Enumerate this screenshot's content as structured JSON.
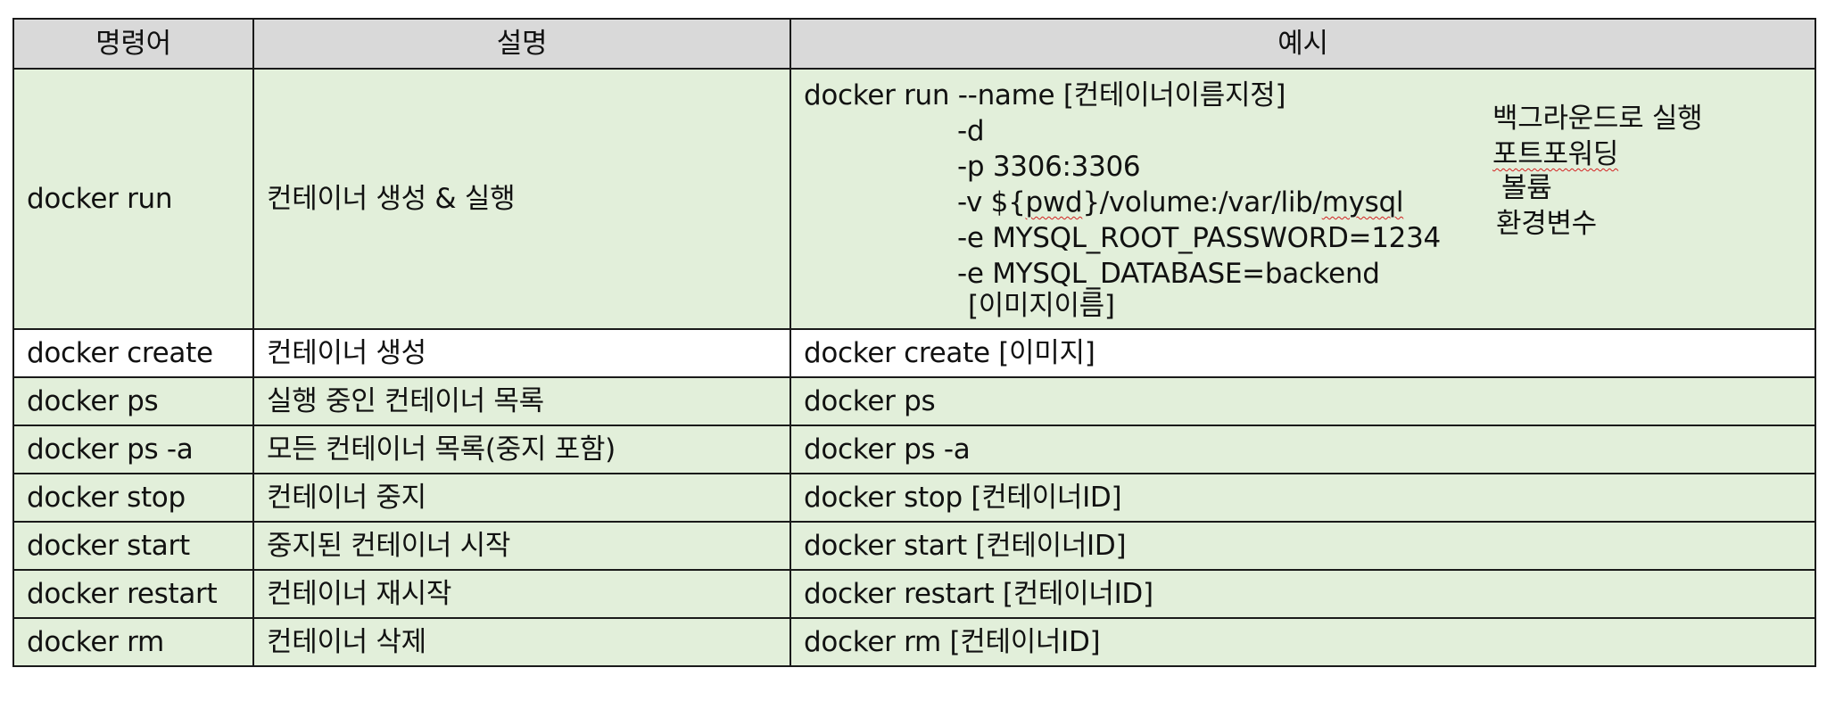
{
  "headers": [
    "명령어",
    "설명",
    "예시"
  ],
  "run_row": {
    "command": "docker run",
    "description": "컨테이너 생성 & 실행",
    "example_lines": [
      "docker run --name [컨테이너이름지정]",
      "-d",
      "-p 3306:3306",
      "-v ${pwd}/volume:/var/lib/mysql",
      "-e MYSQL_ROOT_PASSWORD=1234",
      "-e MYSQL_DATABASE=backend",
      "[이미지이름]"
    ],
    "notes": [
      "백그라운드로 실행",
      "포트포워딩",
      "볼륨",
      "환경변수"
    ]
  },
  "rows": [
    {
      "command": "docker create",
      "description": "컨테이너 생성",
      "example": "docker create [이미지]"
    },
    {
      "command": "docker ps",
      "description": "실행 중인 컨테이너 목록",
      "example": "docker ps"
    },
    {
      "command": "docker ps -a",
      "description": "모든 컨테이너 목록(중지 포함)",
      "example": "docker ps -a"
    },
    {
      "command": "docker stop",
      "description": "컨테이너 중지",
      "example": "docker stop [컨테이너ID]"
    },
    {
      "command": "docker start",
      "description": "중지된 컨테이너 시작",
      "example": "docker start [컨테이너ID]"
    },
    {
      "command": "docker restart",
      "description": "컨테이너 재시작",
      "example": "docker restart [컨테이너ID]"
    },
    {
      "command": "docker rm",
      "description": "컨테이너 삭제",
      "example": "docker rm [컨테이너ID]"
    }
  ],
  "colors": {
    "header_bg": "#d9d9d9",
    "row_green": "#e2efda",
    "row_white": "#ffffff",
    "border": "#1a1a1a"
  }
}
